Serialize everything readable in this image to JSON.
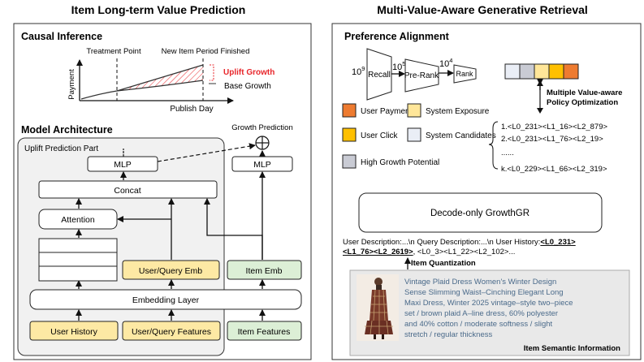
{
  "left": {
    "title": "Item Long-term Value Prediction",
    "causal": {
      "heading": "Causal Inference",
      "treatment": "Treatment Point",
      "finished": "New Item Period Finished",
      "uplift": "Uplift Growth",
      "base": "Base Growth",
      "ylabel": "Payment",
      "xlabel": "Publish Day"
    },
    "model": {
      "heading": "Model Architecture",
      "part_label": "Uplift Prediction Part",
      "growth_prediction": "Growth Prediction",
      "mlp_left": "MLP",
      "mlp_right": "MLP",
      "concat": "Concat",
      "attention": "Attention",
      "user_query_emb": "User/Query Emb",
      "item_emb": "Item Emb",
      "embedding_layer": "Embedding Layer",
      "user_history": "User History",
      "user_query_features": "User/Query Features",
      "item_features": "Item Features"
    }
  },
  "right": {
    "title": "Multi-Value-Aware Generative Retrieval",
    "pref": {
      "heading": "Preference Alignment",
      "n1_base": "10",
      "n1_exp": "9",
      "n2_base": "10",
      "n2_exp": "5",
      "n3_base": "10",
      "n3_exp": "4",
      "recall": "Recall",
      "prerank": "Pre-Rank",
      "rank": "Rank",
      "policy1": "Multiple Value-aware",
      "policy2": "Policy Optimization",
      "legend": {
        "user_payment": "User Payment",
        "system_exposure": "System Exposure",
        "user_click": "User Click",
        "system_candidates": "System Candidates",
        "high_growth": "High Growth Potential"
      },
      "seqs": [
        "1.<L0_231><L1_16><L2_879>",
        "2.<L0_231><L1_76><L2_19>",
        "......",
        "k.<L0_229><L1_66><L2_319>"
      ]
    },
    "decoder": "Decode-only GrowthGR",
    "desc_line1": "User Description:...\\n Query Description:...\\n User History:",
    "desc_hl1": "<L0_231>",
    "desc_hl2": "<L1_76><L2_2619>",
    "desc_line2_rest": ", <L0_3><L1_22><L2_102>...",
    "quant": "Item Quantization",
    "item_text": [
      "Vintage Plaid Dress Women's Winter Design",
      "Sense Slimming Waist–Cinching Elegant Long",
      "Maxi Dress, Winter 2025 vintage–style two–piece",
      "set / brown plaid A–line dress, 60% polyester",
      "and 40% cotton / moderate softness / slight",
      "stretch / regular thickness"
    ],
    "item_caption": "Item Semantic Information"
  },
  "colors": {
    "payment": "#ee7b30",
    "exposure": "#ffe699",
    "click": "#ffc000",
    "candidates": "#eaeef6",
    "high_growth": "#c9cbd4",
    "uplift_red": "#e8262b",
    "panel_gray": "#f1f1f1",
    "item_panel": "#e9e9e9"
  }
}
